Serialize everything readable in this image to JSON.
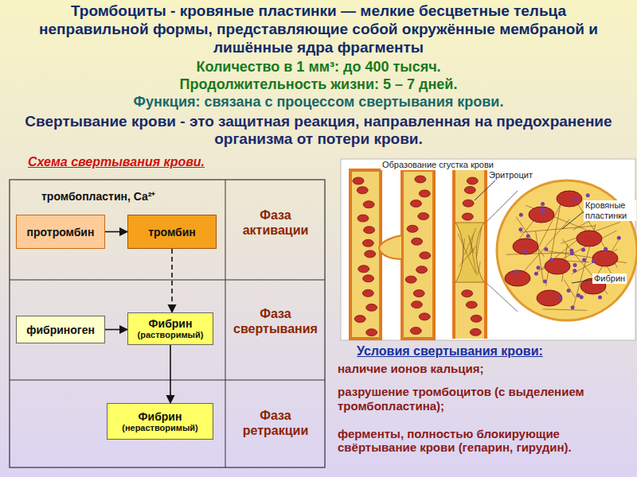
{
  "diagram": {
    "title": "Тромбоциты - кровяные пластинки — мелкие бесцветные тельца неправильной формы, представляющие собой окружённые мембраной и лишённые ядра фрагменты",
    "nodes": [
      {
        "text": [
          "протромбин"
        ]
      },
      {
        "text": [
          "тромбин"
        ]
      },
      {
        "text": [
          "фибриноген"
        ]
      },
      {
        "text": [
          "Фибрин",
          "(растворимый)"
        ]
      },
      {
        "text": [
          "Фибрин",
          "(нерастворимый)"
        ]
      }
    ],
    "edges": [
      {
        "from": 0,
        "to": 1,
        "arrow": "to"
      },
      {
        "from": 1,
        "to": 3,
        "arrow": "to"
      },
      {
        "from": 2,
        "to": 3,
        "arrow": "to"
      },
      {
        "from": 3,
        "to": 4,
        "arrow": "to"
      }
    ],
    "labels": [
      "Количество в 1 мм³: до 400 тысяч.",
      "Продолжительность жизни: 5 – 7 дней.",
      "Функция: связана с процессом свертывания крови.",
      "Свертывание крови - это защитная реакция, направленная на предохранение организма от потери крови.",
      "Схема свертывания крови.",
      "тромбопластин, Ca²⁺",
      "Фаза активации",
      "Фаза свертывания",
      "Фаза ретракции",
      "Образование сгустка крови",
      "Эритроцит",
      "Кровяные пластинки",
      "Фибрин",
      "Условия свертывания крови:",
      "наличие ионов кальция;",
      "разрушение тромбоцитов (с выделением тромбопластина);",
      "ферменты, полностью блокирующие свёртывание крови (гепарин, гирудин)."
    ]
  }
}
